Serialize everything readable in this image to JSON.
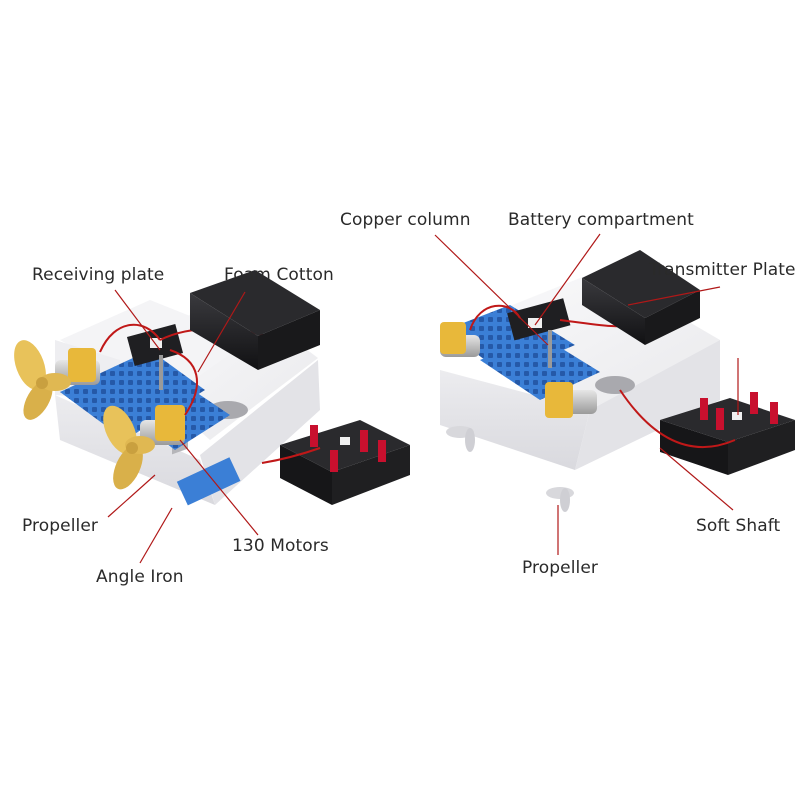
{
  "left_kit": {
    "labels": {
      "receiving_plate": "Receiving plate",
      "foam_cotton": "Foam Cotton",
      "propeller": "Propeller",
      "motors": "130 Motors",
      "angle_iron": "Angle Iron"
    }
  },
  "right_kit": {
    "labels": {
      "copper_column": "Copper column",
      "battery_compartment": "Battery compartment",
      "transmitter_plate": "Transmitter Plate",
      "soft_shaft": "Soft Shaft",
      "propeller": "Propeller"
    }
  },
  "colors": {
    "leader_line": "#b01818",
    "foam": "#f1f1f3",
    "brick_blue": "#3b7fd6",
    "propeller_yellow": "#e8c25a",
    "battery_black": "#1c1c1e",
    "button_red": "#c8102e"
  }
}
